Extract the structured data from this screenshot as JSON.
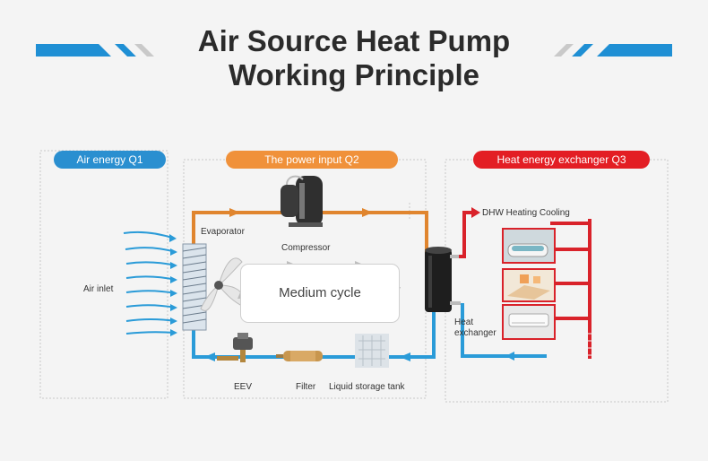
{
  "title": {
    "line1": "Air Source Heat Pump",
    "line2": "Working Principle"
  },
  "sections": {
    "air_energy": "Air energy Q1",
    "power_input": "The power input Q2",
    "heat_exchanger": "Heat energy exchanger Q3"
  },
  "labels": {
    "evaporator": "Evaporator",
    "compressor": "Compressor",
    "air_inlet": "Air inlet",
    "medium_cycle": "Medium cycle",
    "heat_exchanger": "Heat\nexchanger",
    "dhw": "DHW Heating Cooling",
    "eev": "EEV",
    "filter": "Filter",
    "liquid_tank": "Liquid storage tank"
  },
  "colors": {
    "air_energy": "#2a8fd0",
    "power_input": "#f0913a",
    "heat_exchanger": "#e31e24",
    "hot_pipe": "#e0852e",
    "cold_pipe": "#2a9bd8",
    "hot_water_pipe": "#d9222a"
  }
}
